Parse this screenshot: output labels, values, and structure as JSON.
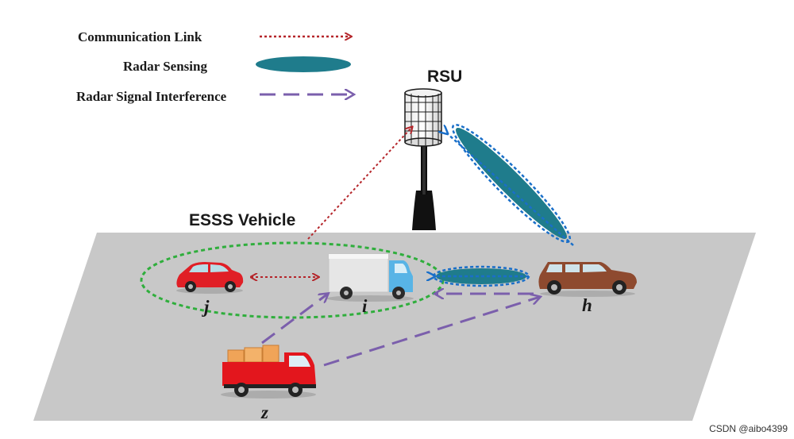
{
  "legend": {
    "communication_link": "Communication Link",
    "radar_sensing": "Radar Sensing",
    "radar_interference": "Radar Signal Interference"
  },
  "labels": {
    "rsu": "RSU",
    "esss_vehicle": "ESSS Vehicle",
    "vehicle_j": "j",
    "vehicle_i": "i",
    "vehicle_h": "h",
    "vehicle_z": "z"
  },
  "watermark": "CSDN @aibo4399",
  "colors": {
    "communication_link": "#b5262b",
    "radar_sensing": "#1f7c8c",
    "radar_interference": "#7b5fac",
    "esss_boundary": "#2fae3c",
    "ground": "#c8c8c8",
    "radar_outline": "#1a6fc9"
  },
  "icons": {
    "rsu": "rsu-tower-icon",
    "j": "red-car-icon",
    "i": "box-truck-icon",
    "h": "suv-icon",
    "z": "cargo-truck-icon"
  }
}
